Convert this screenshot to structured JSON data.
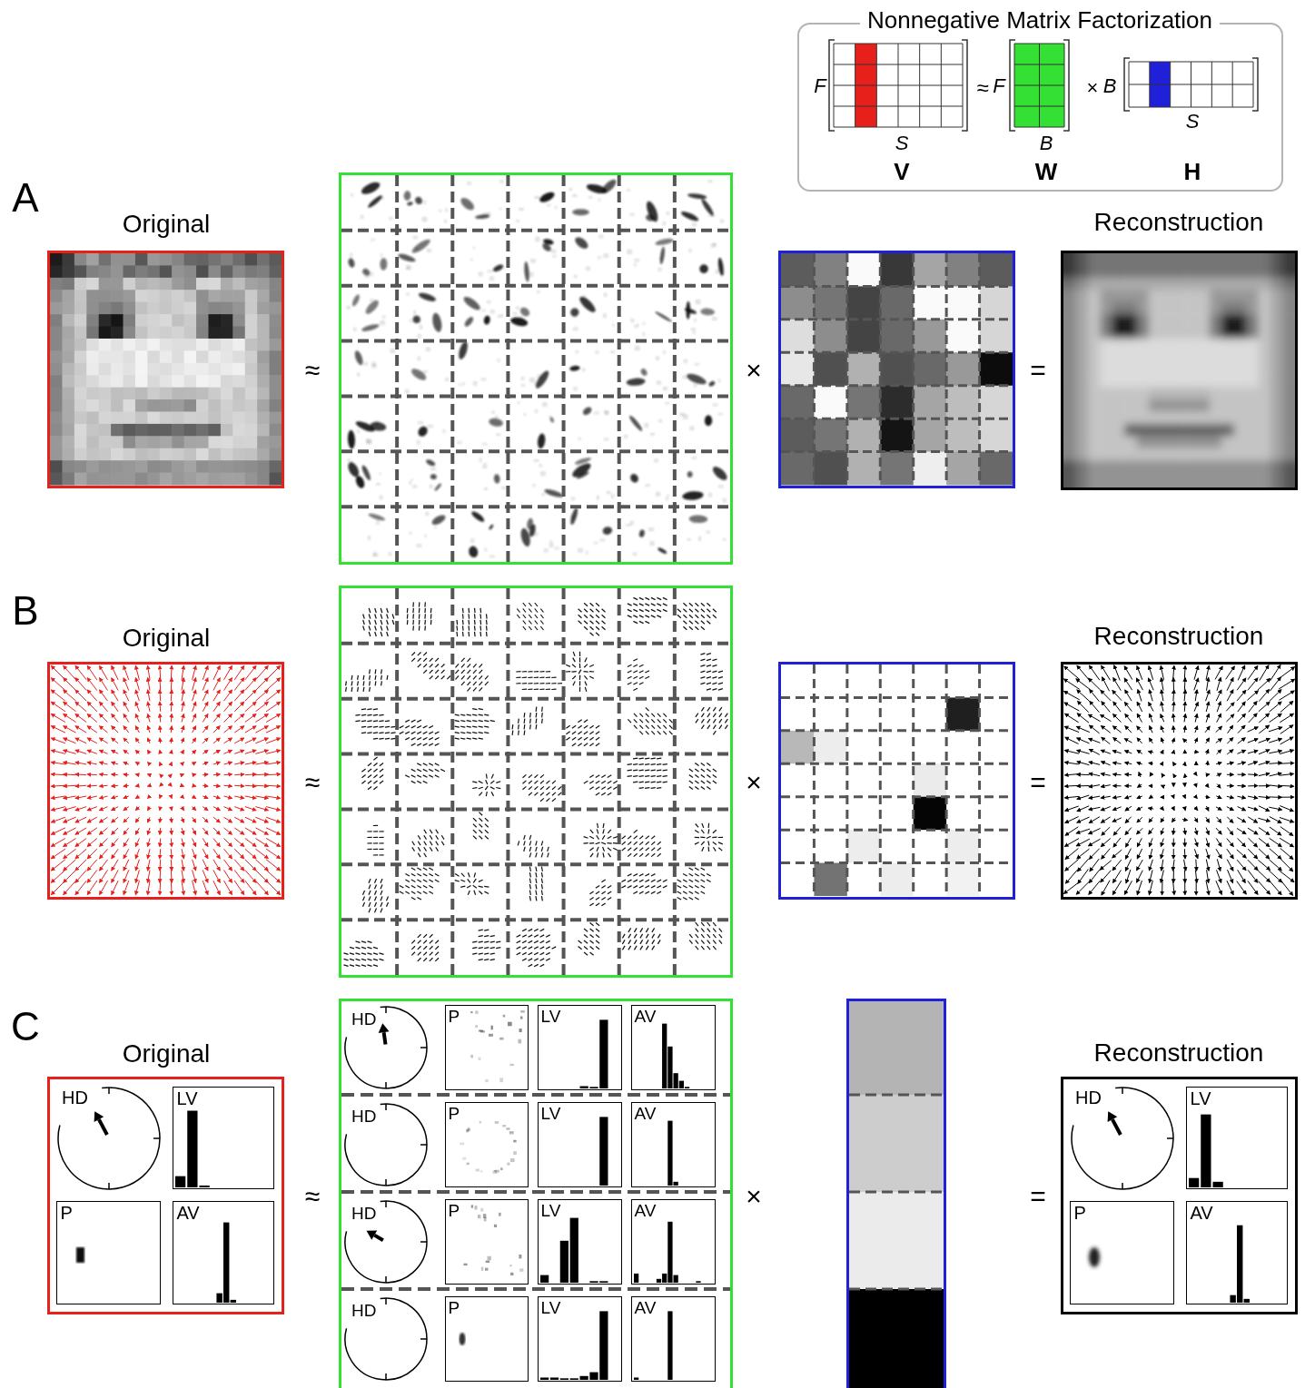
{
  "diagram": {
    "nodes": [
      {
        "text": [
          "Nonnegative Matrix Factorization"
        ]
      },
      {
        "text": [
          "F",
          "S",
          "V"
        ],
        "in": 0
      },
      {
        "text": [
          "F",
          "B",
          "W"
        ],
        "in": 0
      },
      {
        "text": [
          "B",
          "S",
          "H"
        ],
        "in": 0
      },
      {
        "text": [
          "Original"
        ]
      },
      {
        "text": [
          "Reconstruction"
        ]
      },
      {
        "text": [
          "Original"
        ]
      },
      {
        "text": [
          "Reconstruction"
        ]
      },
      {
        "text": [
          "Original"
        ]
      },
      {
        "text": [
          "HD"
        ],
        "in": 8
      },
      {
        "text": [
          "LV"
        ],
        "in": 8
      },
      {
        "text": [
          "P"
        ],
        "in": 8
      },
      {
        "text": [
          "AV"
        ],
        "in": 8
      },
      {
        "text": [
          "HD"
        ]
      },
      {
        "text": [
          "P"
        ]
      },
      {
        "text": [
          "LV"
        ]
      },
      {
        "text": [
          "AV"
        ]
      },
      {
        "text": [
          "HD"
        ]
      },
      {
        "text": [
          "P"
        ]
      },
      {
        "text": [
          "LV"
        ]
      },
      {
        "text": [
          "AV"
        ]
      },
      {
        "text": [
          "HD"
        ]
      },
      {
        "text": [
          "P"
        ]
      },
      {
        "text": [
          "LV"
        ]
      },
      {
        "text": [
          "AV"
        ]
      },
      {
        "text": [
          "HD"
        ]
      },
      {
        "text": [
          "P"
        ]
      },
      {
        "text": [
          "LV"
        ]
      },
      {
        "text": [
          "AV"
        ]
      },
      {
        "text": [
          "Reconstruction"
        ]
      },
      {
        "text": [
          "HD"
        ],
        "in": 29
      },
      {
        "text": [
          "LV"
        ],
        "in": 29
      },
      {
        "text": [
          "P"
        ],
        "in": 29
      },
      {
        "text": [
          "AV"
        ],
        "in": 29
      }
    ],
    "labels": [
      "≈",
      "×",
      "A",
      "≈",
      "×",
      "=",
      "B",
      "≈",
      "×",
      "=",
      "C",
      "≈",
      "×",
      "="
    ]
  }
}
